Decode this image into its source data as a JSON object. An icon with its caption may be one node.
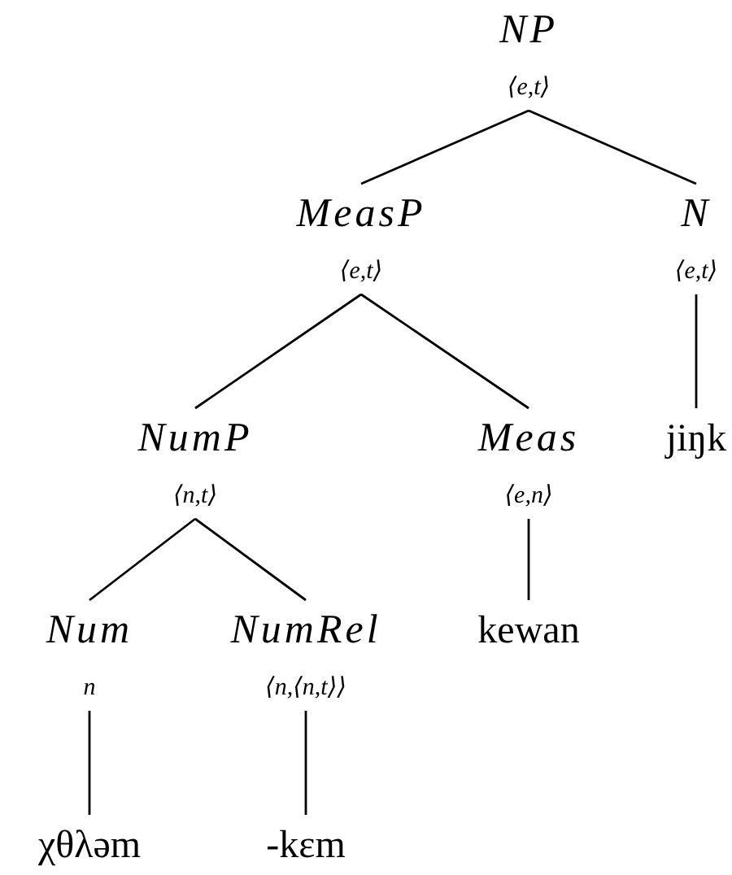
{
  "diagram": {
    "nodes": [
      {
        "text": [
          "NP",
          "⟨e,t⟩"
        ]
      },
      {
        "text": [
          "MeasP",
          "⟨e,t⟩"
        ]
      },
      {
        "text": [
          "N",
          "⟨e,t⟩"
        ]
      },
      {
        "text": [
          "NumP",
          "⟨n,t⟩"
        ]
      },
      {
        "text": [
          "Meas",
          "⟨e,n⟩"
        ]
      },
      {
        "text": [
          "jiŋk"
        ]
      },
      {
        "text": [
          "Num",
          "n"
        ]
      },
      {
        "text": [
          "NumRel",
          "⟨n,⟨n,t⟩⟩"
        ]
      },
      {
        "text": [
          "kewan"
        ]
      },
      {
        "text": [
          "χθλəm"
        ]
      },
      {
        "text": [
          "-kɛm"
        ]
      }
    ],
    "edges": [
      {
        "from": 0,
        "to": 1,
        "arrow": "none"
      },
      {
        "from": 0,
        "to": 2,
        "arrow": "none"
      },
      {
        "from": 1,
        "to": 3,
        "arrow": "none"
      },
      {
        "from": 1,
        "to": 4,
        "arrow": "none"
      },
      {
        "from": 2,
        "to": 5,
        "arrow": "none"
      },
      {
        "from": 3,
        "to": 6,
        "arrow": "none"
      },
      {
        "from": 3,
        "to": 7,
        "arrow": "none"
      },
      {
        "from": 4,
        "to": 8,
        "arrow": "none"
      },
      {
        "from": 6,
        "to": 9,
        "arrow": "none"
      },
      {
        "from": 7,
        "to": 10,
        "arrow": "none"
      }
    ]
  }
}
